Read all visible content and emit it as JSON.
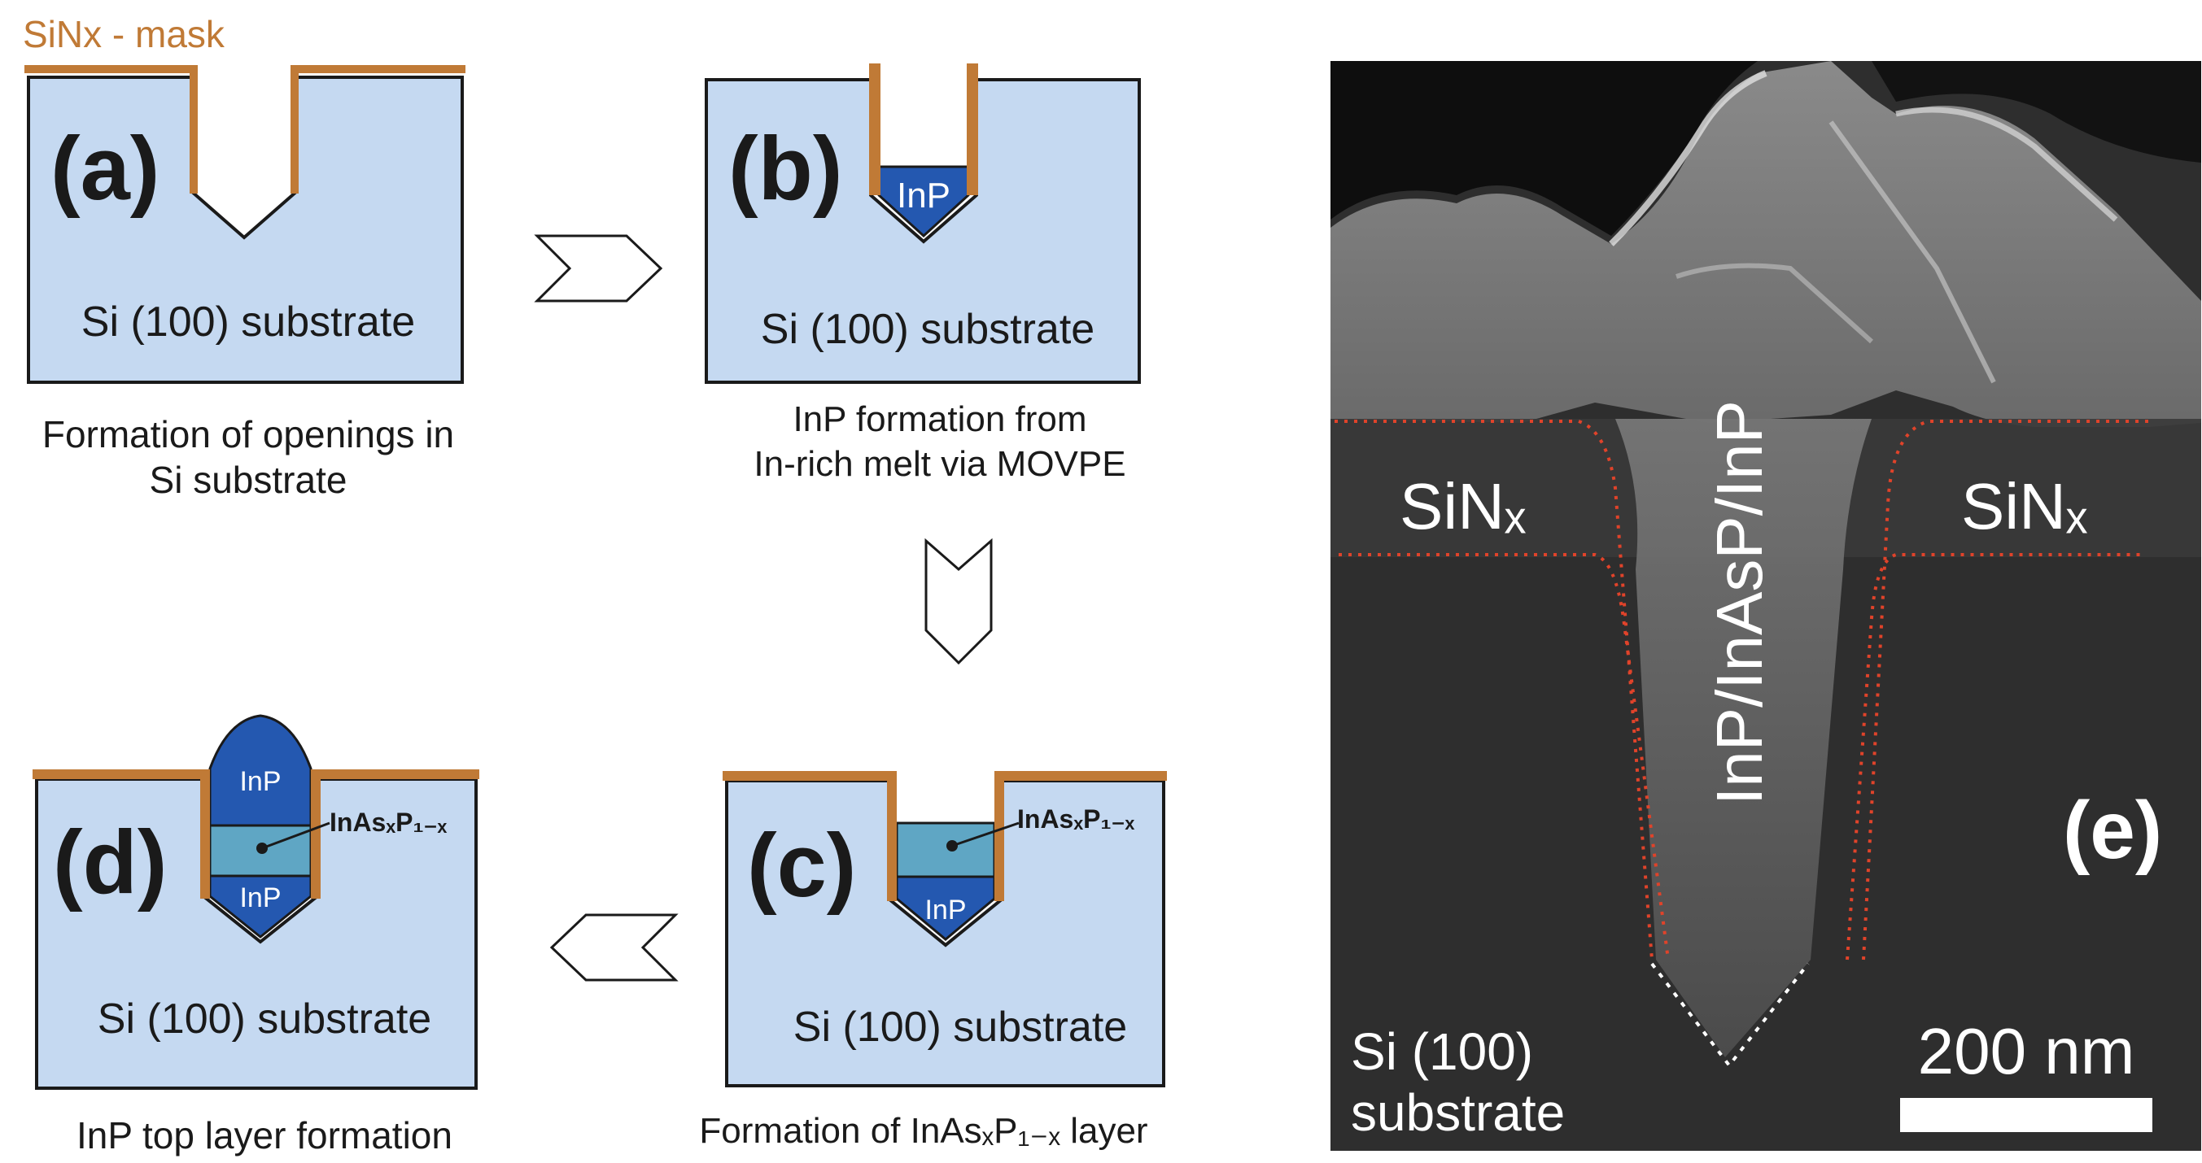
{
  "mask_label": "SiNx - mask",
  "colors": {
    "substrate": "#c5d9f1",
    "mask": "#c07a36",
    "inp": "#2458b0",
    "inasp": "#5fa6c4",
    "outline": "#1a1a1a",
    "sem_dark": "#2c2c2c",
    "guide_red": "#e0432a"
  },
  "panels": {
    "a": {
      "letter": "(a)",
      "substrate": "Si (100) substrate",
      "caption_line1": "Formation of openings in",
      "caption_line2": "Si substrate"
    },
    "b": {
      "letter": "(b)",
      "substrate": "Si (100) substrate",
      "inp": "InP",
      "caption_line1": "InP formation from",
      "caption_line2": "In-rich melt via MOVPE"
    },
    "c": {
      "letter": "(c)",
      "substrate": "Si (100) substrate",
      "inp": "InP",
      "layer": "InAsₓP₁₋ₓ",
      "caption": "Formation of InAsₓP₁₋ₓ layer"
    },
    "d": {
      "letter": "(d)",
      "substrate": "Si (100) substrate",
      "inp_top": "InP",
      "inp_bottom": "InP",
      "layer": "InAsₓP₁₋ₓ",
      "caption": "InP top layer formation"
    }
  },
  "sem": {
    "letter": "(e)",
    "sinx_left": "SiNₓ",
    "sinx_right": "SiNₓ",
    "structure": "InP/InAsP/InP",
    "substrate_line1": "Si (100)",
    "substrate_line2": "substrate",
    "scale_bar": "200 nm"
  }
}
